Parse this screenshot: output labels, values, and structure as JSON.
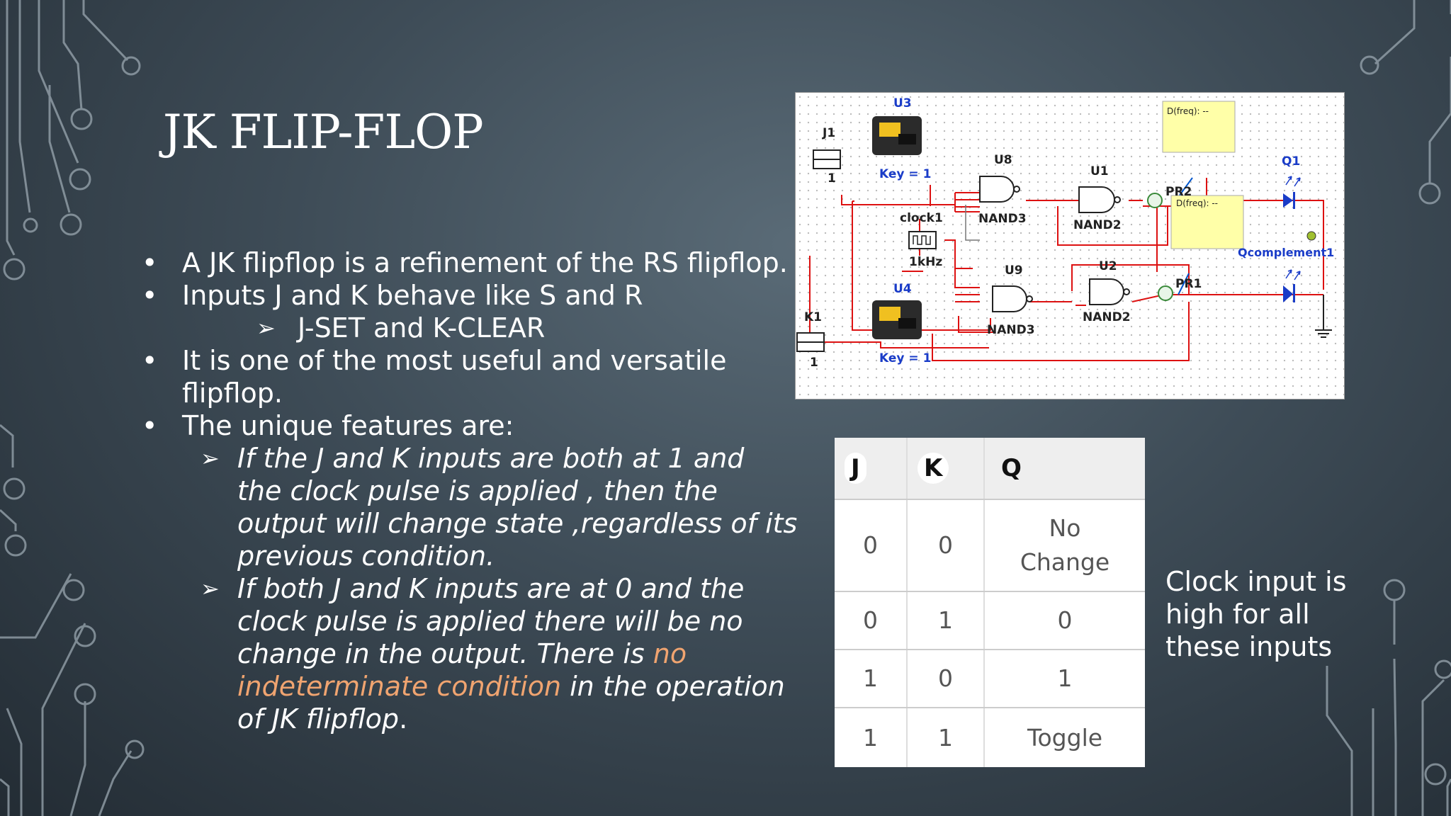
{
  "slide": {
    "title": "JK FLIP-FLOP",
    "bullets": {
      "b1": "A JK flipflop is a refinement of the RS flipflop.",
      "b2": "Inputs J and K behave like S and R",
      "b2_sub": "J-SET and K-CLEAR",
      "b3_line1": "It is one of the most useful and versatile",
      "b3_line2": "flipflop.",
      "b4": "The unique features are:",
      "f1_l1": "If the J and K inputs are both at 1 and",
      "f1_l2": "the clock pulse is applied , then the",
      "f1_l3": "output will change state ,regardless of its",
      "f1_l4": "previous condition.",
      "f2_l1": "If both J and K inputs are at 0 and the",
      "f2_l2": "clock pulse is applied there will be no",
      "f2_l3a": "change in the output. There is ",
      "f2_l3b": "no",
      "f2_l4a": "indeterminate condition",
      "f2_l4b": " in the operation",
      "f2_l5a": "of JK flipflop",
      "f2_l5b": "."
    },
    "bullet_char": "•",
    "arrow_char": "➢",
    "highlight_color": "#f0a470",
    "clock_note": "Clock input is high for all these inputs"
  },
  "circuit": {
    "u3": "U3",
    "j1": "J1",
    "j1_val": "1",
    "key1": "Key = 1",
    "u4": "U4",
    "k1": "K1",
    "k1_val": "1",
    "key2": "Key = 1",
    "clock": "clock1",
    "freq": "1kHz",
    "u8": "U8",
    "nand3a": "NAND3",
    "u1": "U1",
    "nand2a": "NAND2",
    "u9": "U9",
    "nand3b": "NAND3",
    "u2": "U2",
    "nand2b": "NAND2",
    "pr2": "PR2",
    "pr1": "PR1",
    "dfreq1": "D(freq): --",
    "dfreq2": "D(freq): --",
    "q1": "Q1",
    "qcomp": "Qcomplement1"
  },
  "table": {
    "headers": [
      "J",
      "K",
      "Q"
    ],
    "rows": [
      [
        "0",
        "0",
        "No Change"
      ],
      [
        "0",
        "1",
        "0"
      ],
      [
        "1",
        "0",
        "1"
      ],
      [
        "1",
        "1",
        "Toggle"
      ]
    ]
  }
}
